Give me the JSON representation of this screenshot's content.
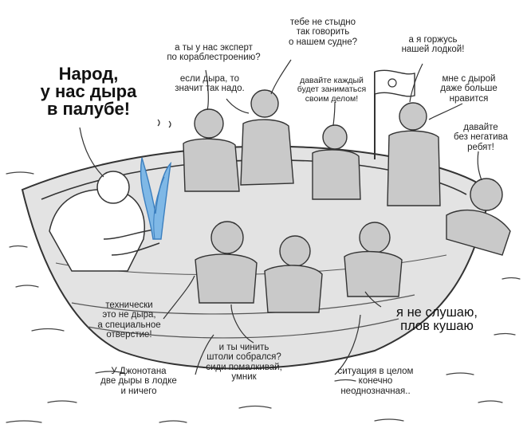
{
  "captions": {
    "main_shout": "Народ,\nу нас дыра\nв палубе!",
    "expert": "а ты у нас эксперт\nпо кораблестроению?",
    "if_hole": "если дыра, то\nзначит так надо.",
    "shame": "тебе не стыдно\nтак говорить\nо нашем судне?",
    "own_business": "давайте каждый\nбудет заниматься\nсвоим делом!",
    "proud": "а я горжусь\nнашей лодкой!",
    "like_hole": "мне с дырой\nдаже больше\nнравится",
    "no_negativity": "давайте\nбез негатива\nребят!",
    "not_hole": "технически\nэто не дыра,\nа специальное\nотверстие!",
    "fix_it": "и ты чинить\nштоли собрался?\nсиди помалкивай,\nумник",
    "not_listening": "я не слушаю,\nплов кушаю",
    "jonathan": "У Джонотана\nдве дыры в лодке\nи ничего",
    "ambiguous": "ситуация в целом\nконечно\nнеоднозначная.."
  },
  "colors": {
    "boat_fill": "#e3e3e3",
    "crowd_fill": "#c9c9c9",
    "ink": "#333333",
    "water": "#7fb8e6",
    "water_dark": "#3b7fbf",
    "paper": "#ffffff"
  },
  "icons": {
    "flag": "flag-with-boat-emblem-icon",
    "leak": "water-fountain-icon"
  }
}
